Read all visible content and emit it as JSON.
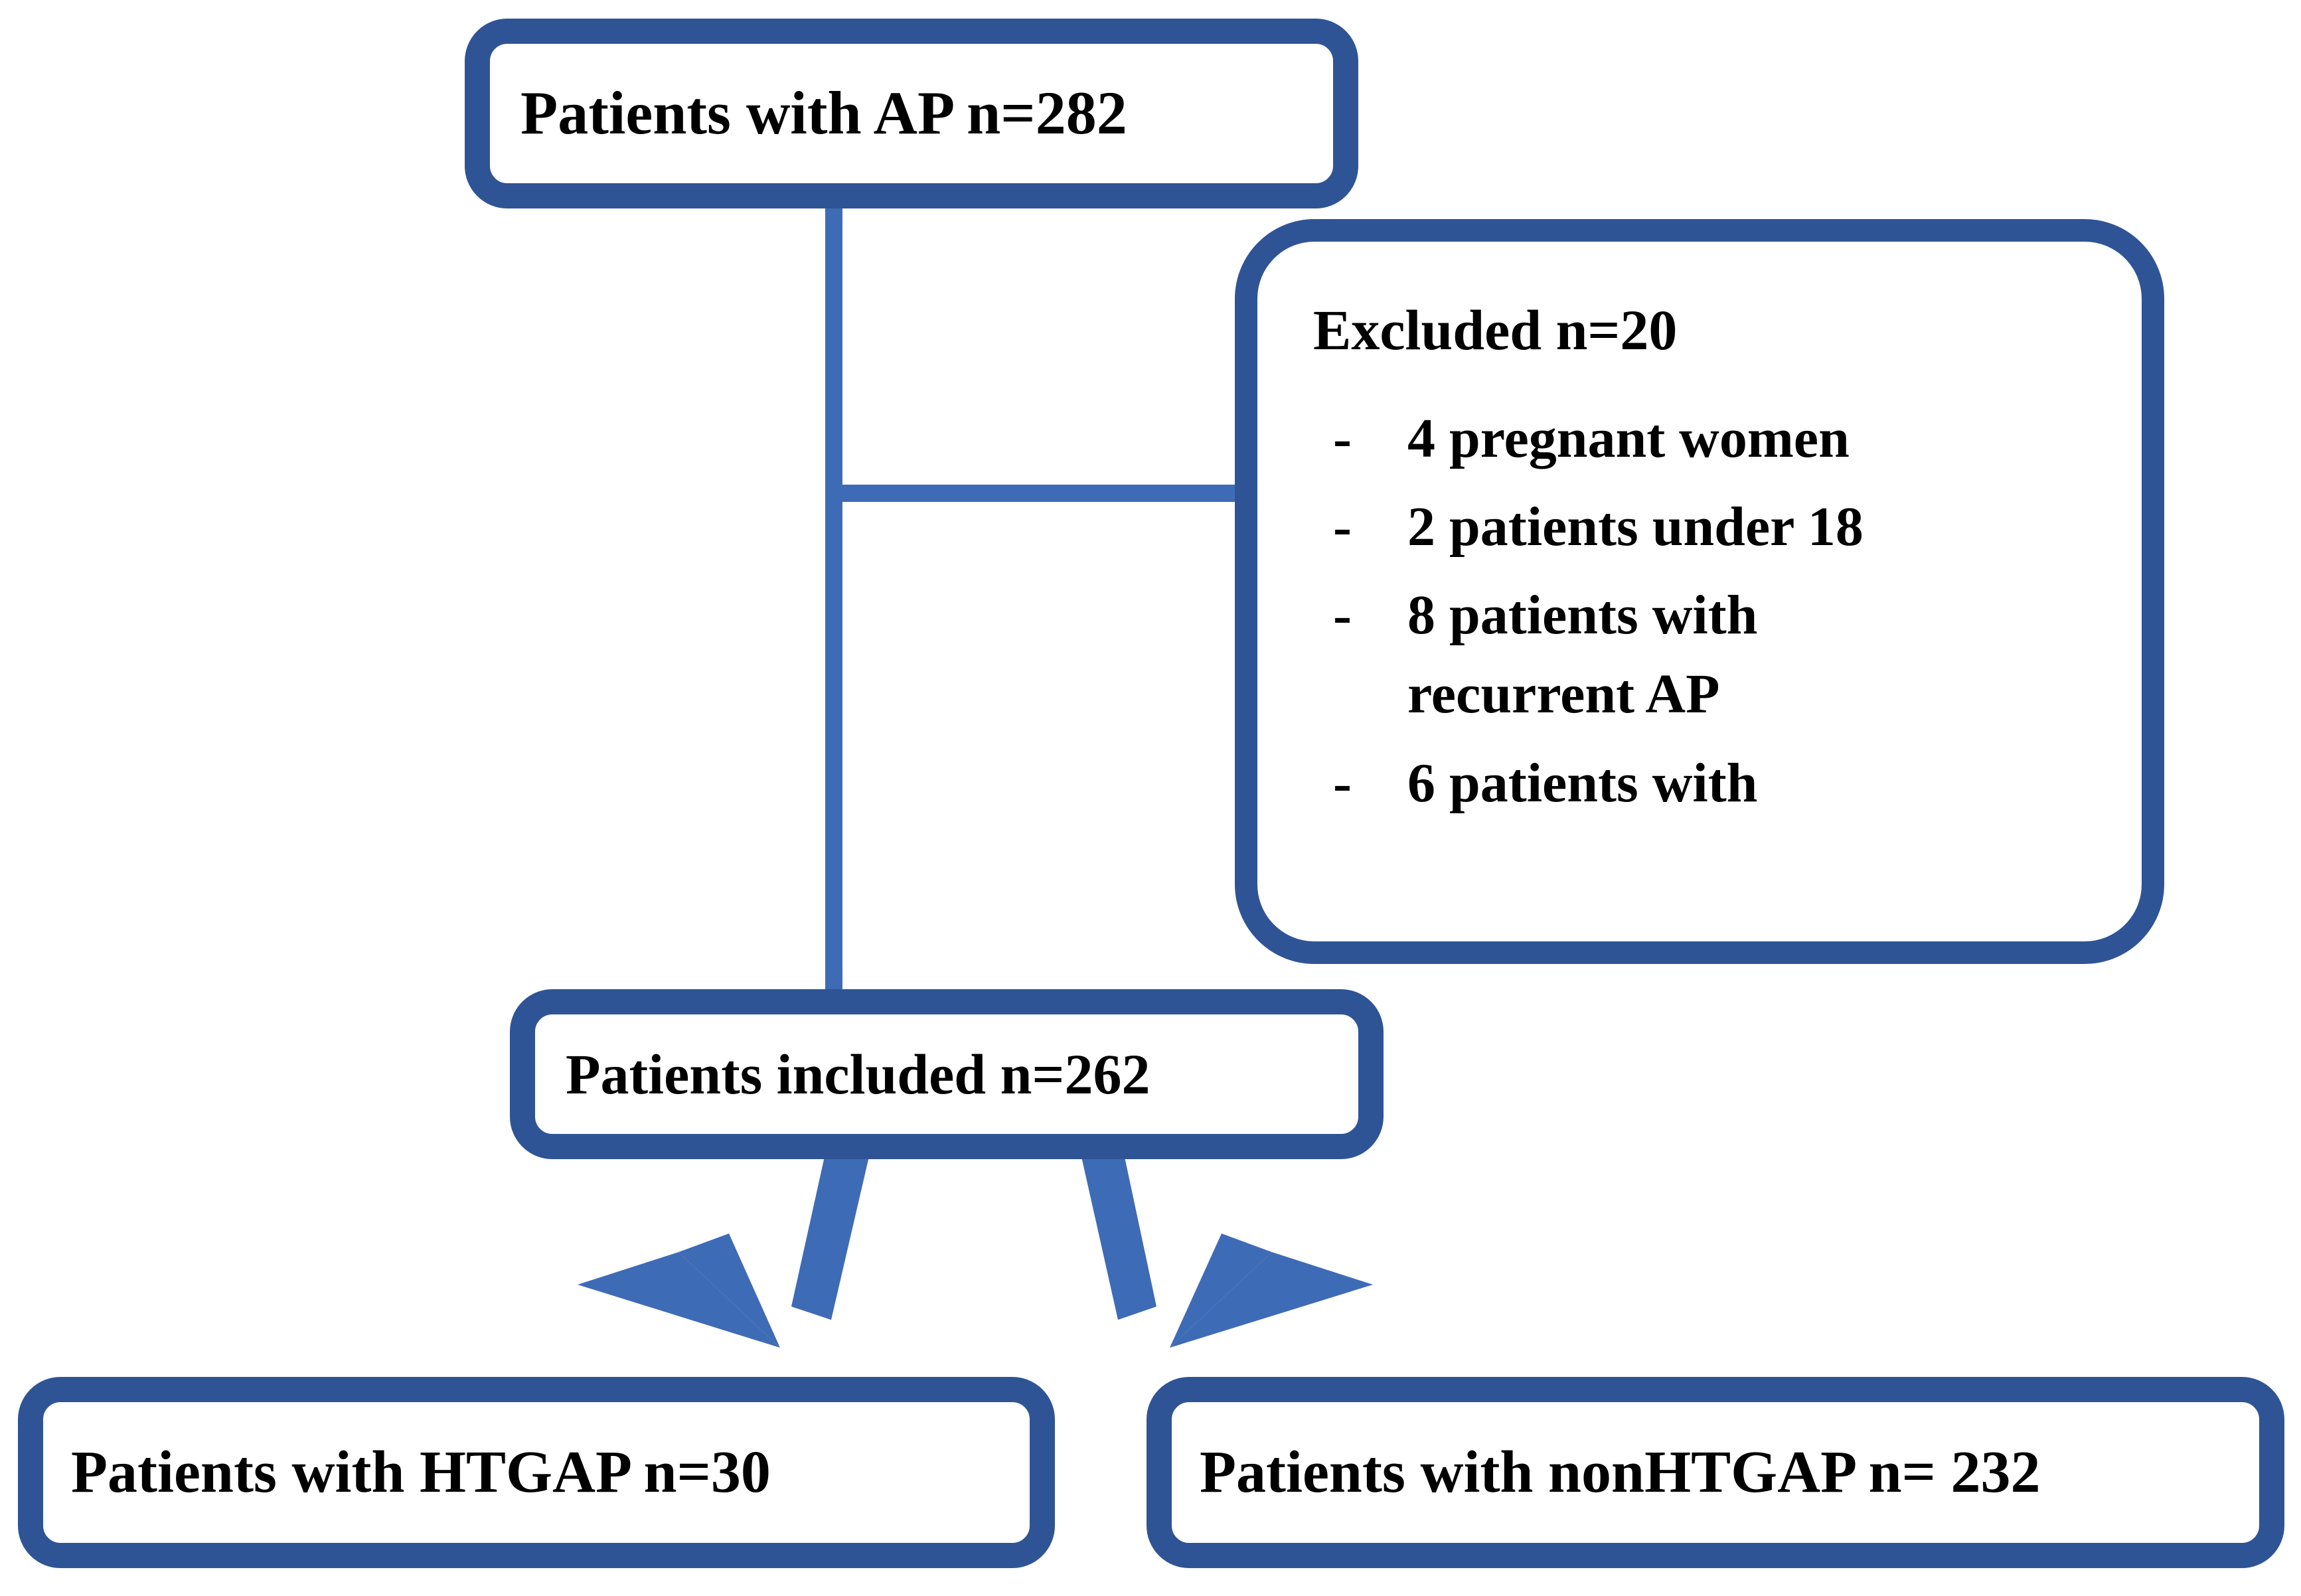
{
  "diagram": {
    "type": "flowchart",
    "title": "Patient selection flow diagram",
    "colors": {
      "box_border": "#2F5496",
      "connector": "#3E6BB5",
      "box_fill": "#FFFFFF",
      "text": "#000000"
    },
    "nodes": {
      "total": {
        "id": "patients-with-ap",
        "label": "Patients with AP n=282",
        "count": 282
      },
      "excluded": {
        "id": "excluded",
        "title": "Excluded n=20",
        "count": 20,
        "bullet_marker": "-",
        "items": [
          {
            "text": "4 pregnant women",
            "count": 4
          },
          {
            "text": "2 patients under 18",
            "count": 2
          },
          {
            "text": "8 patients with",
            "continuation": "recurrent AP",
            "count": 8
          },
          {
            "text": "6 patients with",
            "count": 6
          }
        ]
      },
      "included": {
        "id": "patients-included",
        "label": "Patients included n=262",
        "count": 262
      },
      "htgap": {
        "id": "patients-with-htgap",
        "label": "Patients with HTGAP n=30",
        "count": 30
      },
      "nonhtgap": {
        "id": "patients-with-nonhtgap",
        "label": "Patients with nonHTGAP n= 232",
        "count": 232
      }
    },
    "edges": [
      {
        "from": "patients-with-ap",
        "to": "patients-included",
        "style": "plain-line"
      },
      {
        "from": "patients-with-ap",
        "to": "excluded",
        "style": "plain-line"
      },
      {
        "from": "patients-included",
        "to": "patients-with-htgap",
        "style": "arrow"
      },
      {
        "from": "patients-included",
        "to": "patients-with-nonhtgap",
        "style": "arrow"
      }
    ]
  }
}
